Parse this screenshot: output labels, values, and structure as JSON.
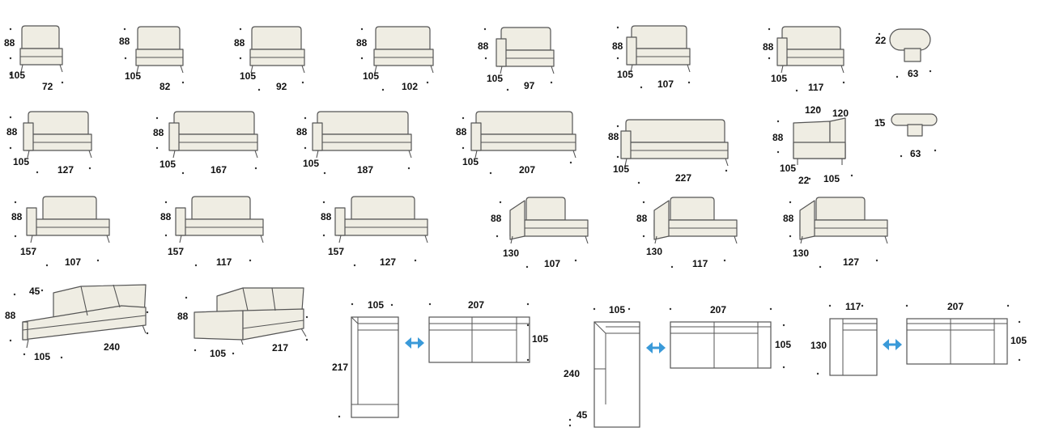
{
  "colors": {
    "sofa_fill": "#efede3",
    "outline": "#555555",
    "arrow": "#3a9ad9",
    "text": "#111111"
  },
  "modules": [
    {
      "h": "88",
      "d": "105",
      "w": "72"
    },
    {
      "h": "88",
      "d": "105",
      "w": "82"
    },
    {
      "h": "88",
      "d": "105",
      "w": "92"
    },
    {
      "h": "88",
      "d": "105",
      "w": "102"
    },
    {
      "h": "88",
      "d": "105",
      "w": "97"
    },
    {
      "h": "88",
      "d": "105",
      "w": "107"
    },
    {
      "h": "88",
      "d": "105",
      "w": "117"
    },
    {
      "h": "88",
      "d": "105",
      "w": "127"
    },
    {
      "h": "88",
      "d": "105",
      "w": "167"
    },
    {
      "h": "88",
      "d": "105",
      "w": "187"
    },
    {
      "h": "88",
      "d": "105",
      "w": "207"
    },
    {
      "h": "88",
      "d": "105",
      "w": "227"
    },
    {
      "h": "88",
      "d": "157",
      "w": "107"
    },
    {
      "h": "88",
      "d": "157",
      "w": "117"
    },
    {
      "h": "88",
      "d": "157",
      "w": "127"
    },
    {
      "h": "88",
      "d": "130",
      "w": "107"
    },
    {
      "h": "88",
      "d": "130",
      "w": "117"
    },
    {
      "h": "88",
      "d": "130",
      "w": "127"
    }
  ],
  "corner": {
    "w1": "120",
    "w2": "120",
    "h": "88",
    "d": "105",
    "arm": "22",
    "seat": "105"
  },
  "cushion_large": {
    "h": "22",
    "w": "63"
  },
  "cushion_small": {
    "h": "15",
    "w": "63"
  },
  "sectional_1": {
    "h": "88",
    "back": "45",
    "d": "105",
    "w": "240"
  },
  "sectional_2": {
    "h": "88",
    "d": "105",
    "w": "217"
  },
  "plan_1": {
    "a_w": "105",
    "a_l": "217",
    "b_w": "207",
    "b_d": "105"
  },
  "plan_2": {
    "a_w": "105",
    "a_l": "240",
    "a_back": "45",
    "b_w": "207",
    "b_d": "105"
  },
  "plan_3": {
    "a_w": "117",
    "a_d": "130",
    "b_w": "207",
    "b_d": "105"
  }
}
